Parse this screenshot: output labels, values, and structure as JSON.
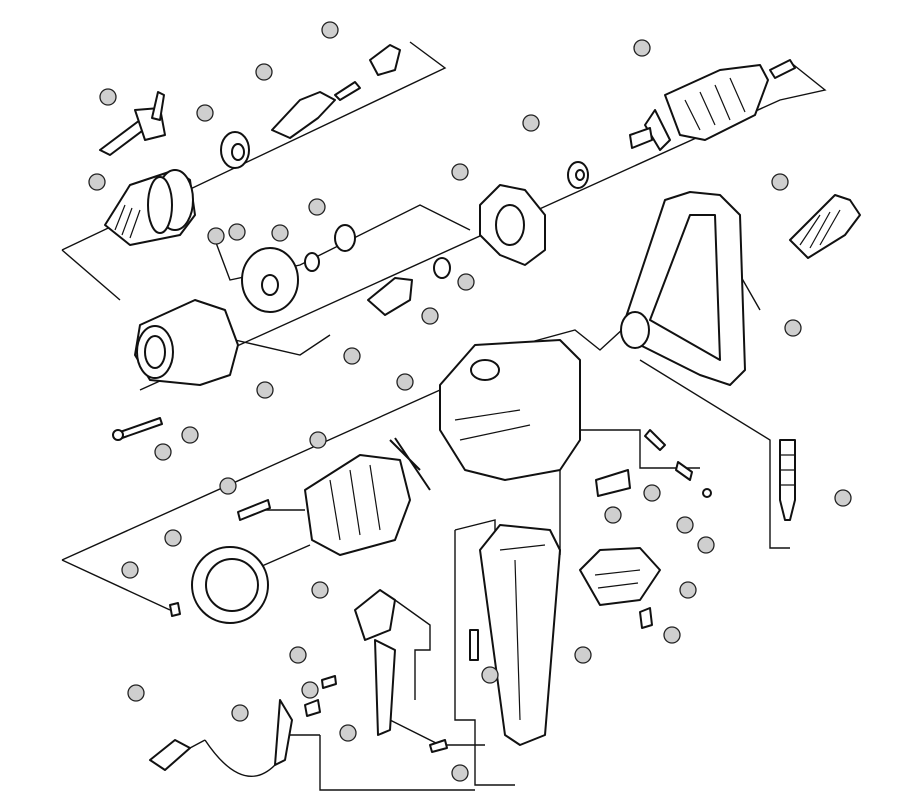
{
  "figure": {
    "background": "#ffffff",
    "line_color": "#111111",
    "callout_fill": "#cfcfcf"
  },
  "parts": [
    {
      "id": "chuck-key"
    },
    {
      "id": "chuck"
    },
    {
      "id": "bearing-1"
    },
    {
      "id": "spindle"
    },
    {
      "id": "washer-1"
    },
    {
      "id": "armature"
    },
    {
      "id": "washer-2"
    },
    {
      "id": "bearing-plate"
    },
    {
      "id": "side-handle"
    },
    {
      "id": "carbon-brush-holder"
    },
    {
      "id": "gear"
    },
    {
      "id": "small-washer"
    },
    {
      "id": "bearing-2"
    },
    {
      "id": "intermediate-shaft"
    },
    {
      "id": "gear-case"
    },
    {
      "id": "screw-1"
    },
    {
      "id": "motor-housing"
    },
    {
      "id": "stator"
    },
    {
      "id": "fan-baffle"
    },
    {
      "id": "handle"
    },
    {
      "id": "handle-cover"
    },
    {
      "id": "switch"
    },
    {
      "id": "cord-guard"
    },
    {
      "id": "power-cord"
    },
    {
      "id": "brush-cap"
    },
    {
      "id": "auxiliary-handle"
    }
  ]
}
